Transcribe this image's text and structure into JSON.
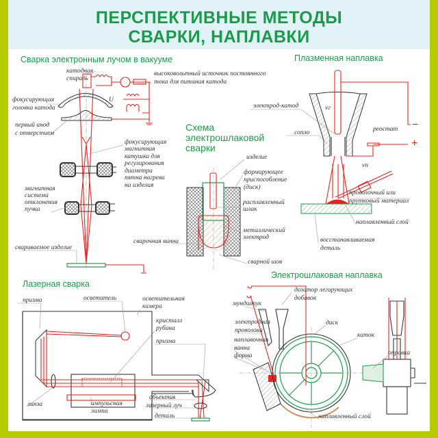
{
  "header": {
    "title_line1": "ПЕРСПЕКТИВНЫЕ МЕТОДЫ",
    "title_line2": "СВАРКИ, НАПЛАВКИ"
  },
  "colors": {
    "frame": "#b6cb00",
    "header_bg": "#e1f3f8",
    "title": "#1c9a49",
    "beam": "#e8231f"
  },
  "ebeam": {
    "title": "Сварка электронным лучом в вакууме",
    "labels": {
      "cathode_spiral": [
        "катодная",
        "спираль"
      ],
      "hv_source": [
        "высоковольтный источник постоянного",
        "тока для питания катода"
      ],
      "focus_head": [
        "фокусирующая",
        "головка катода"
      ],
      "first_anode": [
        "первый анод",
        "с отверстием"
      ],
      "focus_coil": [
        "фокусирующая",
        "магнитная",
        "катушка для",
        "регулирования",
        "диаметра",
        "пятна нагрева",
        "на изделия"
      ],
      "deflection": [
        "магнитная",
        "система",
        "отклонения",
        "пучка"
      ],
      "workpiece": "свариваемое изделие",
      "voltage": "U"
    }
  },
  "plasma": {
    "title": "Плазменная наплавка",
    "labels": {
      "electrode": "электрод-катод",
      "nozzle": "сопло",
      "rheostat": "реостат",
      "minus": "−",
      "plus": "+",
      "vr": "vг",
      "vp": "vп",
      "wire": [
        "проволочный или",
        "прутковый материал"
      ],
      "layer": "наплавленный слой",
      "part": [
        "восстанавливаемая",
        "деталь"
      ]
    }
  },
  "esw": {
    "title": [
      "Схема",
      "электрошлаковой",
      "сварки"
    ],
    "labels": {
      "product": "изделие",
      "former": [
        "формирующее",
        "приспособление",
        "(диск)"
      ],
      "slag": [
        "расплавленный",
        "шлак"
      ],
      "electrode": [
        "металлический",
        "электрод"
      ],
      "pool": "сварочная ванна",
      "seam": "сварной шов"
    }
  },
  "laser": {
    "title": "Лазерная сварка",
    "labels": {
      "prism1": "призма",
      "illuminator": "осветитель",
      "chamber": [
        "осветительная",
        "камера"
      ],
      "crystal": [
        "кристалл",
        "рубина"
      ],
      "prism2": "призма",
      "lens_obj": "объектив",
      "beam": "лазерный луч",
      "part": "деталь",
      "lens": "линза",
      "lamp": [
        "импульсная",
        "лампа"
      ]
    }
  },
  "esc": {
    "title": "Электрошлаковая наплавка",
    "labels": {
      "doser": [
        "дозатор легирующих",
        "добавок"
      ],
      "mouthpiece": "мундштук",
      "wire": [
        "электродная",
        "проволока"
      ],
      "bath": [
        "наплавочная",
        "ванна"
      ],
      "form": "форма",
      "disk": "диск",
      "roller": "каток",
      "mandrel": "оправка",
      "layer": "наплавленный слой"
    }
  }
}
